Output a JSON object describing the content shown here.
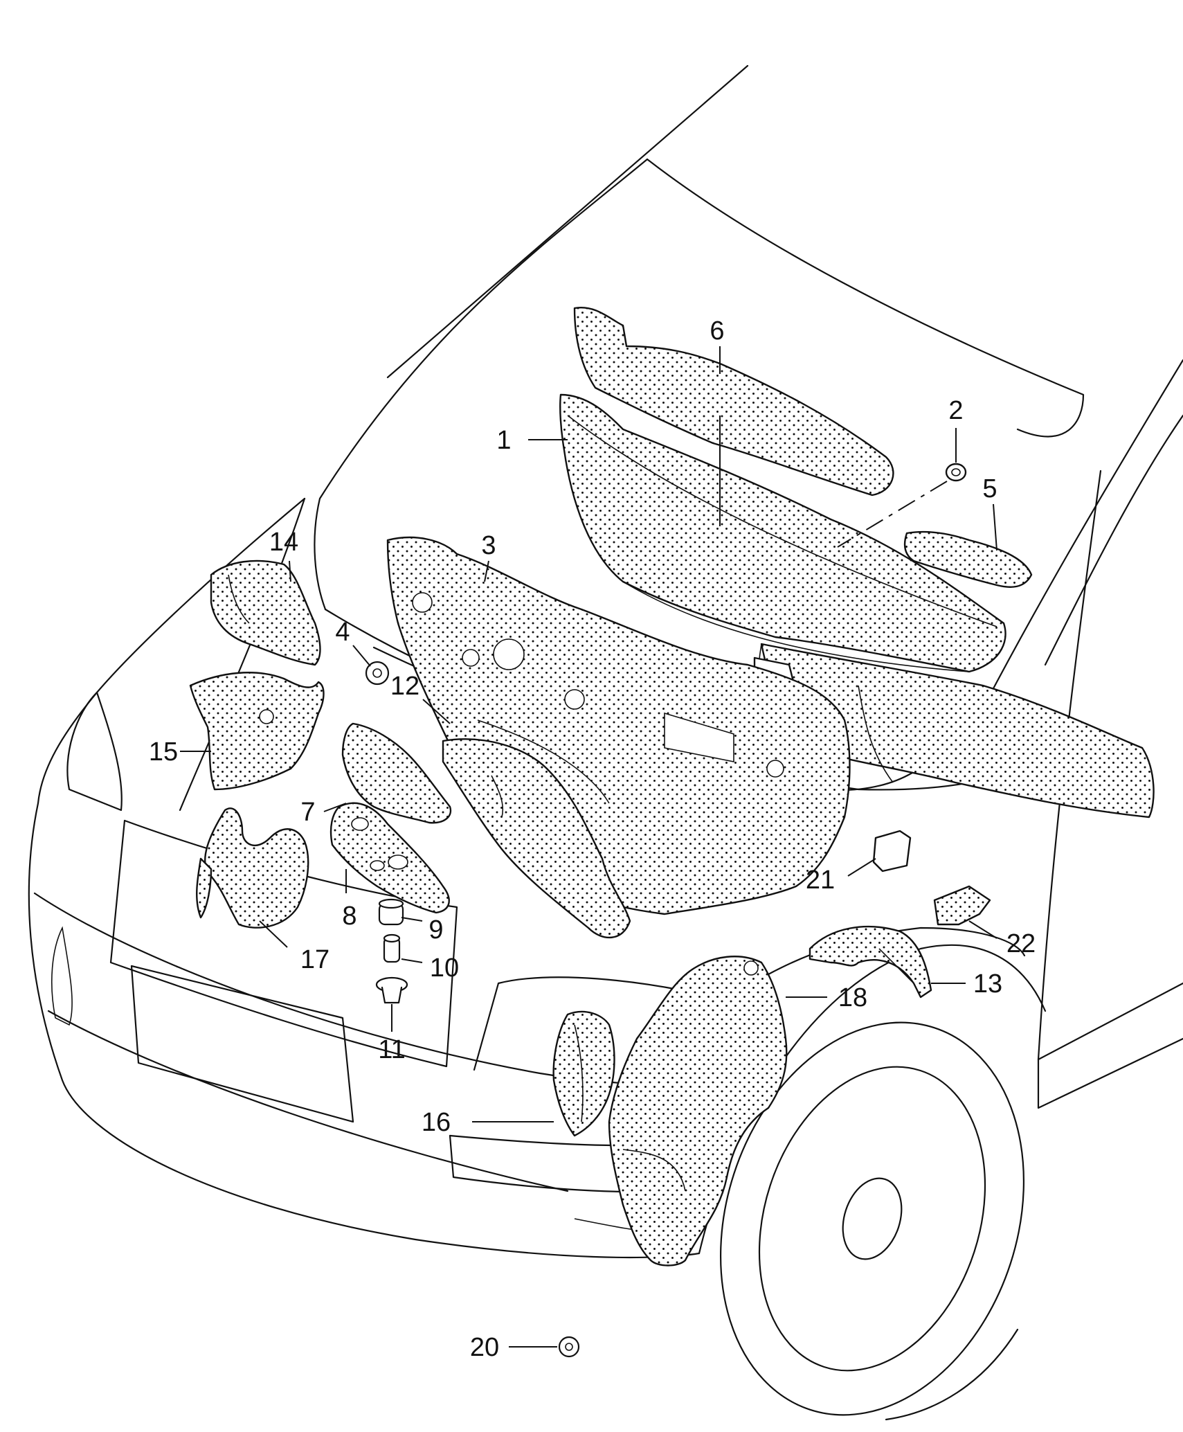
{
  "diagram": {
    "subject": "car-front-engine-bay-insulation",
    "callouts": [
      "1",
      "2",
      "3",
      "4",
      "5",
      "6",
      "7",
      "8",
      "9",
      "10",
      "11",
      "12",
      "13",
      "14",
      "15",
      "16",
      "17",
      "18",
      "20",
      "21",
      "22"
    ]
  }
}
